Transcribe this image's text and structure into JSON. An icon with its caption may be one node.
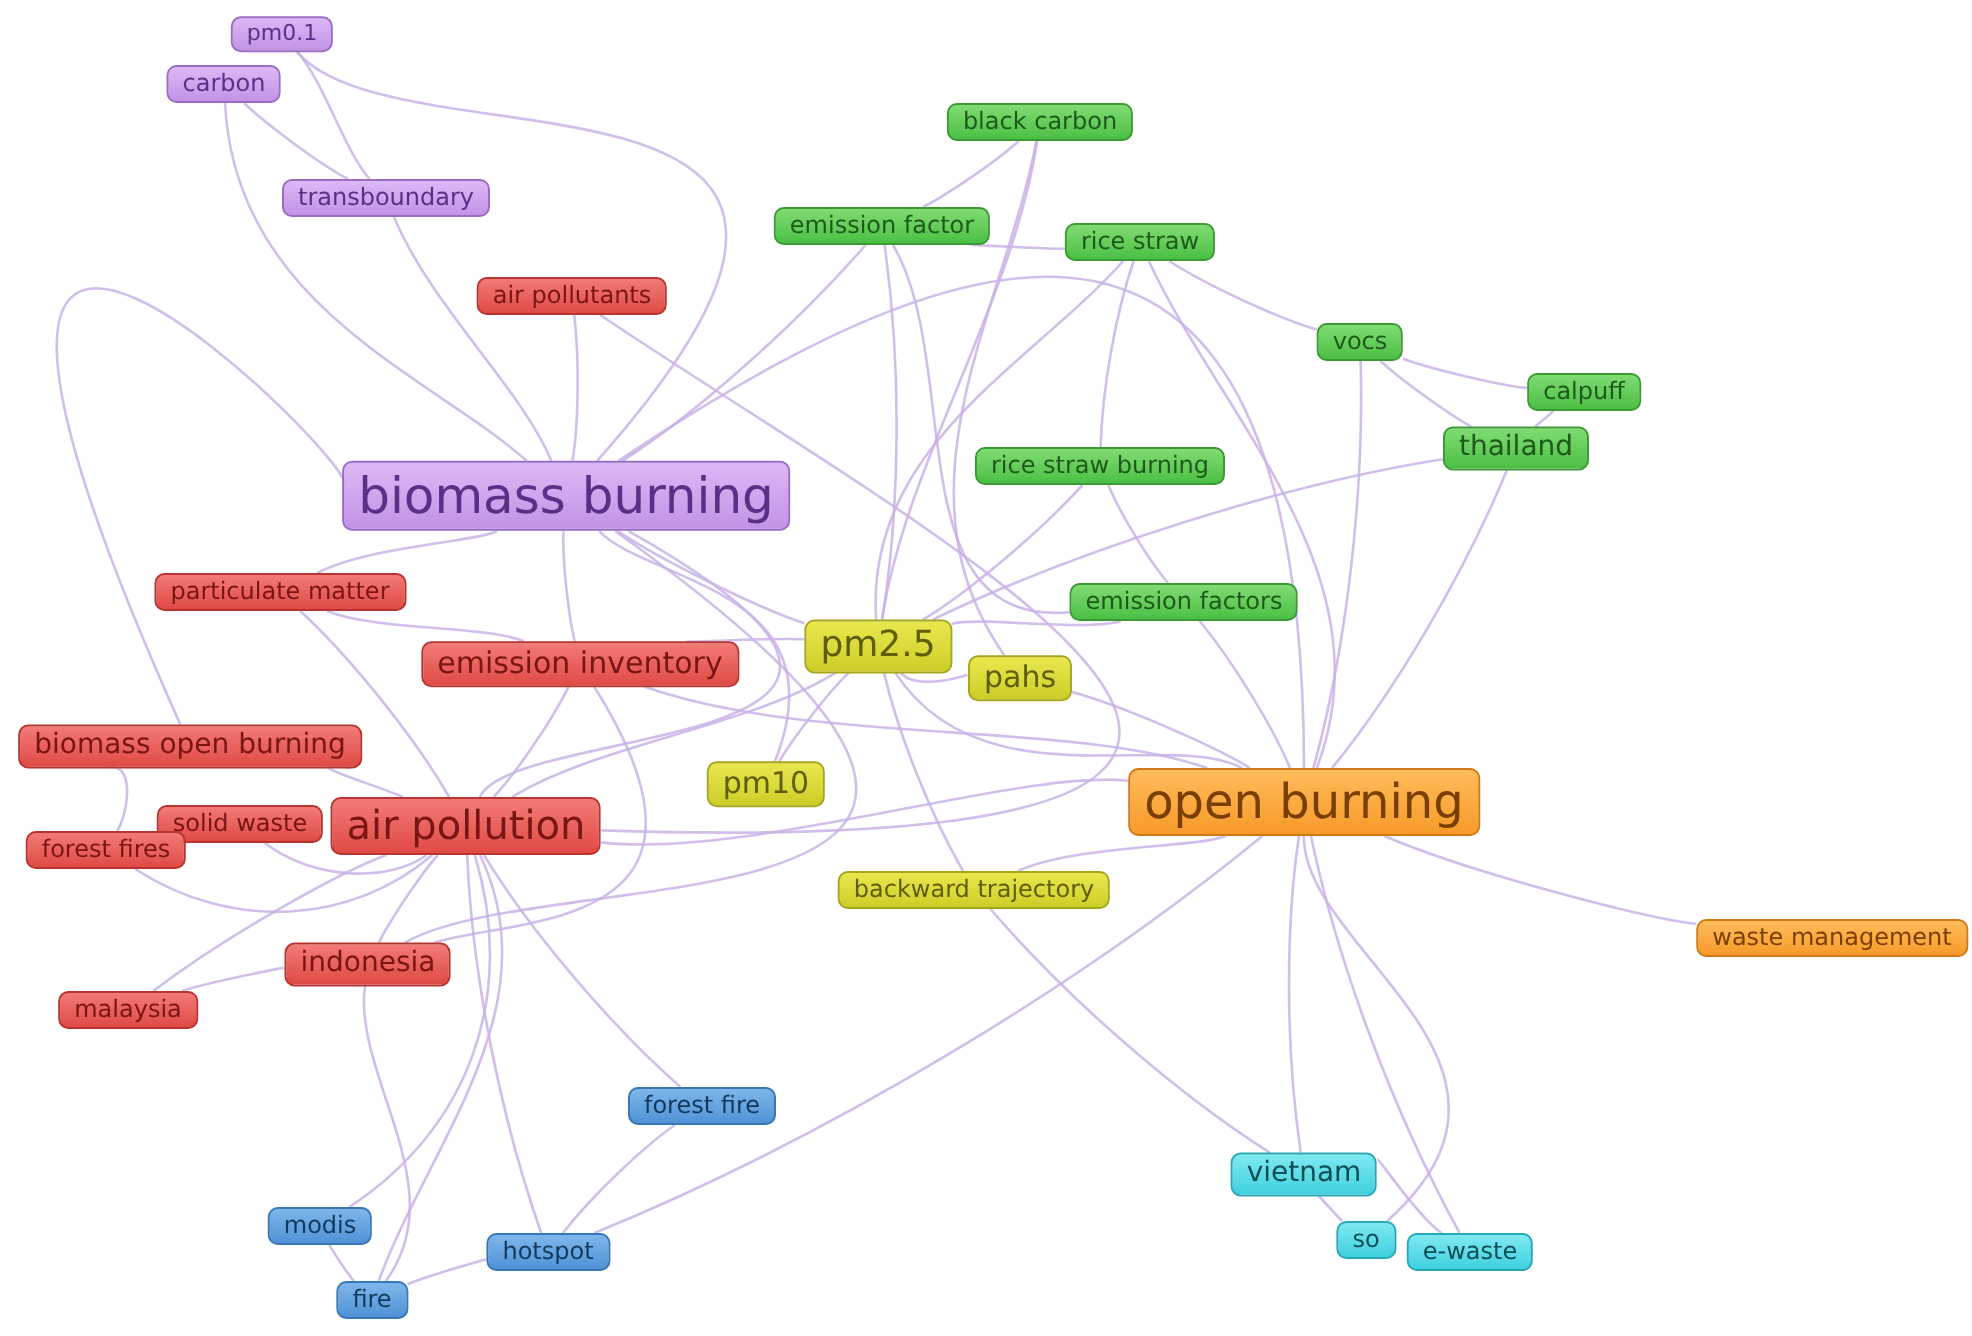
{
  "diagram": {
    "nodes": [
      {
        "text": [
          "pm0.1"
        ]
      },
      {
        "text": [
          "carbon"
        ]
      },
      {
        "text": [
          "transboundary"
        ]
      },
      {
        "text": [
          "air pollutants"
        ]
      },
      {
        "text": [
          "black carbon"
        ]
      },
      {
        "text": [
          "emission factor"
        ]
      },
      {
        "text": [
          "rice straw"
        ]
      },
      {
        "text": [
          "vocs"
        ]
      },
      {
        "text": [
          "calpuff"
        ]
      },
      {
        "text": [
          "thailand"
        ]
      },
      {
        "text": [
          "biomass burning"
        ]
      },
      {
        "text": [
          "rice straw burning"
        ]
      },
      {
        "text": [
          "particulate matter"
        ]
      },
      {
        "text": [
          "emission factors"
        ]
      },
      {
        "text": [
          "pm2.5"
        ]
      },
      {
        "text": [
          "pahs"
        ]
      },
      {
        "text": [
          "emission inventory"
        ]
      },
      {
        "text": [
          "biomass open burning"
        ]
      },
      {
        "text": [
          "solid waste"
        ]
      },
      {
        "text": [
          "air pollution"
        ]
      },
      {
        "text": [
          "forest fires"
        ]
      },
      {
        "text": [
          "open burning"
        ]
      },
      {
        "text": [
          "pm10"
        ]
      },
      {
        "text": [
          "backward trajectory"
        ]
      },
      {
        "text": [
          "waste management"
        ]
      },
      {
        "text": [
          "indonesia"
        ]
      },
      {
        "text": [
          "malaysia"
        ]
      },
      {
        "text": [
          "forest fire"
        ]
      },
      {
        "text": [
          "vietnam"
        ]
      },
      {
        "text": [
          "modis"
        ]
      },
      {
        "text": [
          "so"
        ]
      },
      {
        "text": [
          "e-waste"
        ]
      },
      {
        "text": [
          "hotspot"
        ]
      },
      {
        "text": [
          "fire"
        ]
      }
    ],
    "edges": [
      {
        "from": 10,
        "to": 0,
        "arrow": "none"
      },
      {
        "from": 10,
        "to": 1,
        "arrow": "none"
      },
      {
        "from": 10,
        "to": 2,
        "arrow": "none"
      },
      {
        "from": 10,
        "to": 3,
        "arrow": "none"
      },
      {
        "from": 10,
        "to": 12,
        "arrow": "none"
      },
      {
        "from": 10,
        "to": 16,
        "arrow": "none"
      },
      {
        "from": 10,
        "to": 19,
        "arrow": "none"
      },
      {
        "from": 10,
        "to": 14,
        "arrow": "none"
      },
      {
        "from": 10,
        "to": 5,
        "arrow": "none"
      },
      {
        "from": 10,
        "to": 22,
        "arrow": "none"
      },
      {
        "from": 10,
        "to": 17,
        "arrow": "none"
      },
      {
        "from": 10,
        "to": 25,
        "arrow": "none"
      },
      {
        "from": 10,
        "to": 21,
        "arrow": "none"
      },
      {
        "from": 1,
        "to": 2,
        "arrow": "none"
      },
      {
        "from": 0,
        "to": 2,
        "arrow": "none"
      },
      {
        "from": 14,
        "to": 4,
        "arrow": "none"
      },
      {
        "from": 14,
        "to": 5,
        "arrow": "none"
      },
      {
        "from": 14,
        "to": 6,
        "arrow": "none"
      },
      {
        "from": 14,
        "to": 11,
        "arrow": "none"
      },
      {
        "from": 14,
        "to": 13,
        "arrow": "none"
      },
      {
        "from": 14,
        "to": 15,
        "arrow": "none"
      },
      {
        "from": 14,
        "to": 21,
        "arrow": "none"
      },
      {
        "from": 14,
        "to": 22,
        "arrow": "none"
      },
      {
        "from": 14,
        "to": 23,
        "arrow": "none"
      },
      {
        "from": 14,
        "to": 19,
        "arrow": "none"
      },
      {
        "from": 14,
        "to": 16,
        "arrow": "none"
      },
      {
        "from": 14,
        "to": 9,
        "arrow": "none"
      },
      {
        "from": 21,
        "to": 7,
        "arrow": "none"
      },
      {
        "from": 21,
        "to": 9,
        "arrow": "none"
      },
      {
        "from": 21,
        "to": 13,
        "arrow": "none"
      },
      {
        "from": 21,
        "to": 15,
        "arrow": "none"
      },
      {
        "from": 21,
        "to": 24,
        "arrow": "none"
      },
      {
        "from": 21,
        "to": 28,
        "arrow": "none"
      },
      {
        "from": 21,
        "to": 30,
        "arrow": "none"
      },
      {
        "from": 21,
        "to": 31,
        "arrow": "none"
      },
      {
        "from": 21,
        "to": 19,
        "arrow": "none"
      },
      {
        "from": 21,
        "to": 16,
        "arrow": "none"
      },
      {
        "from": 21,
        "to": 23,
        "arrow": "none"
      },
      {
        "from": 21,
        "to": 6,
        "arrow": "none"
      },
      {
        "from": 21,
        "to": 32,
        "arrow": "none"
      },
      {
        "from": 19,
        "to": 12,
        "arrow": "none"
      },
      {
        "from": 19,
        "to": 16,
        "arrow": "none"
      },
      {
        "from": 19,
        "to": 17,
        "arrow": "none"
      },
      {
        "from": 19,
        "to": 18,
        "arrow": "none"
      },
      {
        "from": 19,
        "to": 20,
        "arrow": "none"
      },
      {
        "from": 19,
        "to": 25,
        "arrow": "none"
      },
      {
        "from": 19,
        "to": 26,
        "arrow": "none"
      },
      {
        "from": 19,
        "to": 27,
        "arrow": "none"
      },
      {
        "from": 19,
        "to": 29,
        "arrow": "none"
      },
      {
        "from": 19,
        "to": 33,
        "arrow": "none"
      },
      {
        "from": 19,
        "to": 32,
        "arrow": "none"
      },
      {
        "from": 19,
        "to": 3,
        "arrow": "none"
      },
      {
        "from": 5,
        "to": 4,
        "arrow": "none"
      },
      {
        "from": 5,
        "to": 6,
        "arrow": "none"
      },
      {
        "from": 5,
        "to": 13,
        "arrow": "none"
      },
      {
        "from": 6,
        "to": 7,
        "arrow": "none"
      },
      {
        "from": 7,
        "to": 9,
        "arrow": "none"
      },
      {
        "from": 7,
        "to": 8,
        "arrow": "none"
      },
      {
        "from": 8,
        "to": 9,
        "arrow": "none"
      },
      {
        "from": 6,
        "to": 11,
        "arrow": "none"
      },
      {
        "from": 11,
        "to": 13,
        "arrow": "none"
      },
      {
        "from": 4,
        "to": 15,
        "arrow": "none"
      },
      {
        "from": 25,
        "to": 26,
        "arrow": "none"
      },
      {
        "from": 25,
        "to": 33,
        "arrow": "none"
      },
      {
        "from": 29,
        "to": 33,
        "arrow": "none"
      },
      {
        "from": 32,
        "to": 33,
        "arrow": "none"
      },
      {
        "from": 27,
        "to": 32,
        "arrow": "none"
      },
      {
        "from": 28,
        "to": 30,
        "arrow": "none"
      },
      {
        "from": 28,
        "to": 31,
        "arrow": "none"
      },
      {
        "from": 23,
        "to": 28,
        "arrow": "none"
      },
      {
        "from": 17,
        "to": 20,
        "arrow": "none"
      },
      {
        "from": 12,
        "to": 16,
        "arrow": "none"
      },
      {
        "from": 16,
        "to": 25,
        "arrow": "none"
      }
    ]
  }
}
